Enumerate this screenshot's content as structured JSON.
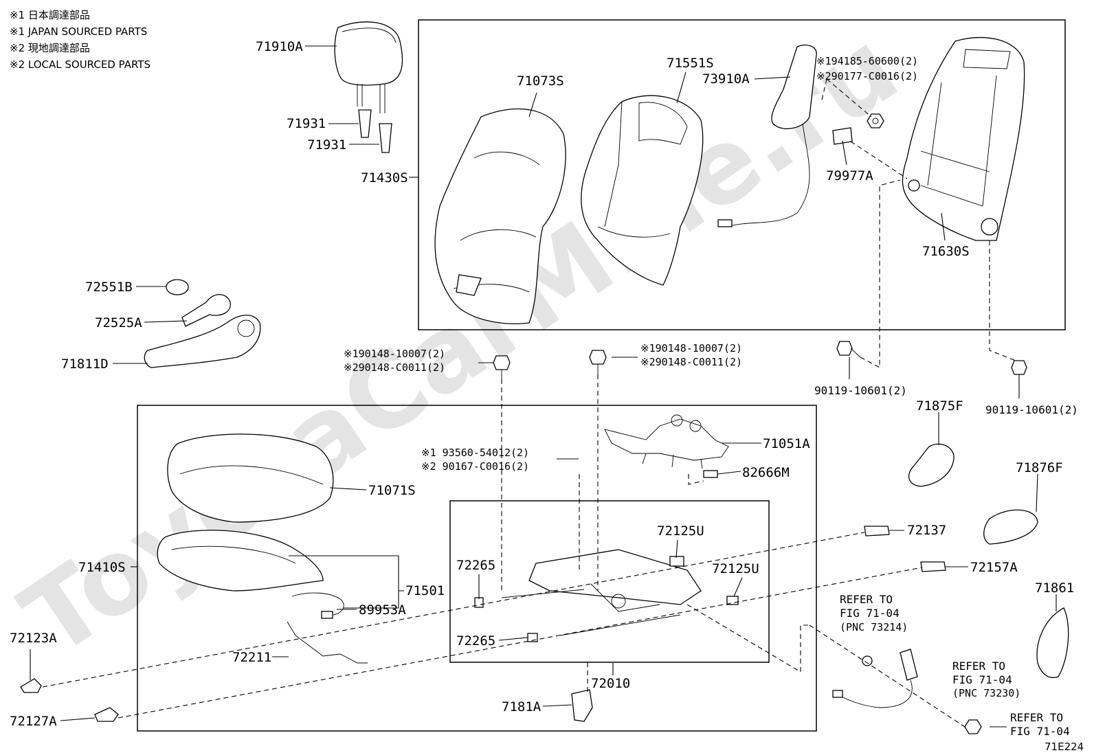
{
  "legend": [
    "※1 日本調達部品",
    "※1 JAPAN SOURCED PARTS",
    "※2 現地調達部品",
    "※2 LOCAL SOURCED PARTS"
  ],
  "watermark": "ToyotaCarMine.ru",
  "figure_code": "71E224",
  "parts": {
    "p71910A": "71910A",
    "p71931a": "71931",
    "p71931b": "71931",
    "p71430S": "71430S",
    "p71073S": "71073S",
    "p71551S": "71551S",
    "p73910A": "73910A",
    "p79977A": "79977A",
    "p71630S": "71630S",
    "p72551B": "72551B",
    "p72525A": "72525A",
    "p71811D": "71811D",
    "p71051A": "71051A",
    "p82666M": "82666M",
    "p71071S": "71071S",
    "p71410S": "71410S",
    "p71501": "71501",
    "p89953A": "89953A",
    "p72125Ua": "72125U",
    "p72125Ub": "72125U",
    "p72265a": "72265",
    "p72265b": "72265",
    "p72010": "72010",
    "p72137": "72137",
    "p72157A": "72157A",
    "p71875F": "71875F",
    "p71876F": "71876F",
    "p71861": "71861",
    "p72123A": "72123A",
    "p72211": "72211",
    "p7181A": "7181A",
    "p72127A": "72127A",
    "p90119a": "90119-10601(2)",
    "p90119b": "90119-10601(2)"
  },
  "notes": {
    "n1a": "※194185-60600(2)",
    "n1b": "※290177-C0016(2)",
    "n2a": "※190148-10007(2)",
    "n2b": "※290148-C0011(2)",
    "n3a": "※190148-10007(2)",
    "n3b": "※290148-C0011(2)",
    "n4a": "※1 93560-54012(2)",
    "n4b": "※2 90167-C0016(2)"
  },
  "refs": {
    "r1": [
      "REFER TO",
      "FIG 71-04",
      "(PNC 73214)"
    ],
    "r2": [
      "REFER TO",
      "FIG 71-04",
      "(PNC 73230)"
    ],
    "r3": [
      "REFER TO",
      "FIG 71-04"
    ]
  }
}
